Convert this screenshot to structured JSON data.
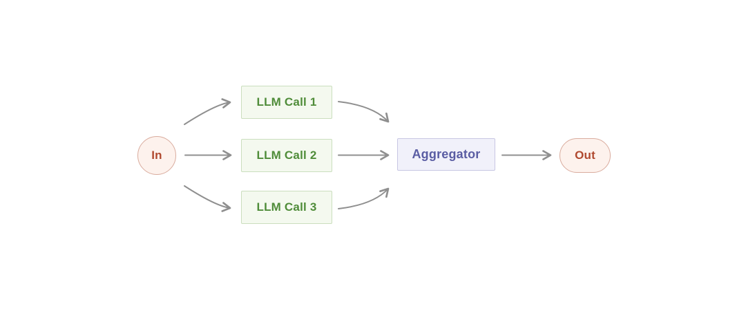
{
  "diagram": {
    "type": "flowchart",
    "name": "parallelization-workflow",
    "nodes": {
      "in": {
        "label": "In"
      },
      "llm_call_1": {
        "label": "LLM Call 1"
      },
      "llm_call_2": {
        "label": "LLM Call 2"
      },
      "llm_call_3": {
        "label": "LLM Call 3"
      },
      "aggregator": {
        "label": "Aggregator"
      },
      "out": {
        "label": "Out"
      }
    },
    "edges": [
      {
        "from": "in",
        "to": "llm_call_1"
      },
      {
        "from": "in",
        "to": "llm_call_2"
      },
      {
        "from": "in",
        "to": "llm_call_3"
      },
      {
        "from": "llm_call_1",
        "to": "aggregator"
      },
      {
        "from": "llm_call_2",
        "to": "aggregator"
      },
      {
        "from": "llm_call_3",
        "to": "aggregator"
      },
      {
        "from": "aggregator",
        "to": "out"
      }
    ],
    "palette": {
      "background": "#ffffff",
      "terminal_fill": "#fdf2ed",
      "terminal_border": "#d9ab9d",
      "terminal_text": "#b0492f",
      "llm_fill": "#f4f9ef",
      "llm_border": "#cadebd",
      "llm_text": "#4f8c39",
      "aggregator_fill": "#f1f1fa",
      "aggregator_border": "#c7c6e3",
      "aggregator_text": "#5a5da3",
      "arrow": "#8f8f8f"
    }
  }
}
